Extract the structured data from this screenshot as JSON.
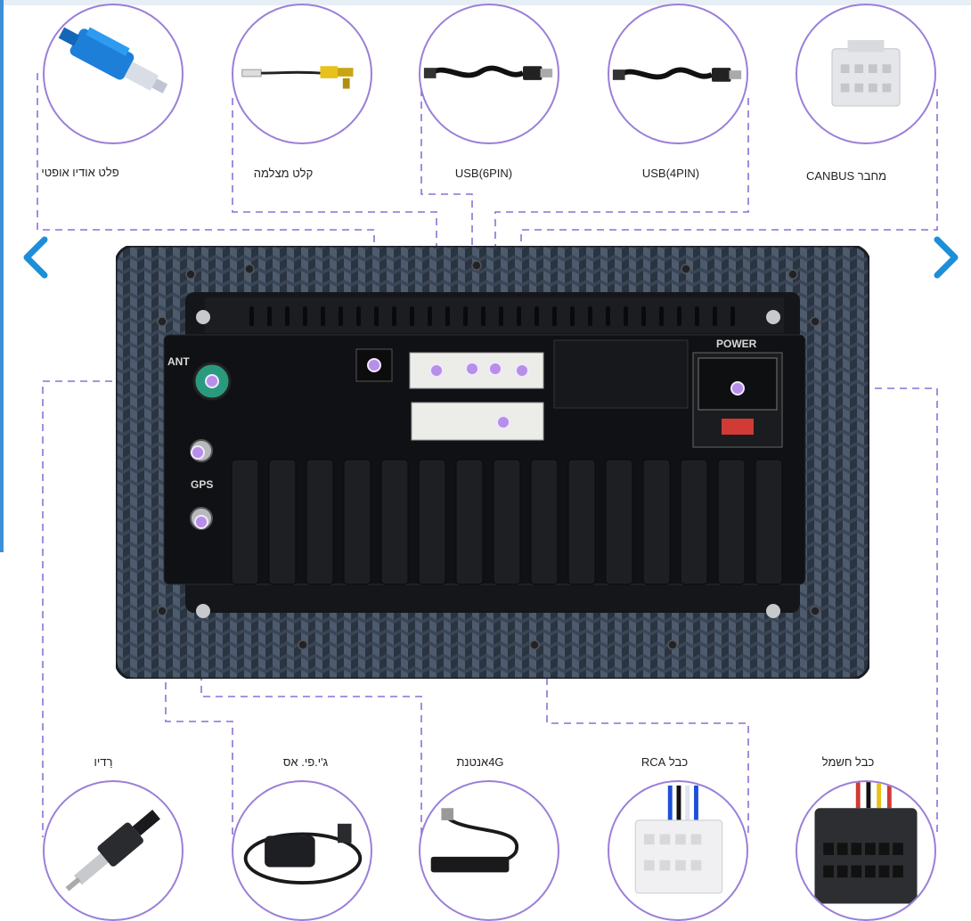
{
  "connectors_top": [
    {
      "id": "optical",
      "label": "פלט אודיו אופטי",
      "icon": "optical-cable-icon"
    },
    {
      "id": "camera",
      "label": "קלט מצלמה",
      "icon": "camera-input-cable-icon"
    },
    {
      "id": "usb6",
      "label": "USB(6PIN)",
      "icon": "usb-cable-icon"
    },
    {
      "id": "usb4",
      "label": "USB(4PIN)",
      "icon": "usb-cable-icon"
    },
    {
      "id": "canbus",
      "label": "מחבר CANBUS",
      "icon": "canbus-connector-icon"
    }
  ],
  "connectors_bottom": [
    {
      "id": "radio",
      "label": "רַדיו",
      "icon": "radio-antenna-plug-icon"
    },
    {
      "id": "gps",
      "label": "ג'י.פי. אס",
      "icon": "gps-antenna-icon"
    },
    {
      "id": "4g",
      "label": "4Gאנטנת",
      "icon": "4g-antenna-icon"
    },
    {
      "id": "rca",
      "label": "כבל RCA",
      "icon": "rca-harness-icon"
    },
    {
      "id": "power",
      "label": "כבל חשמל",
      "icon": "power-harness-icon"
    }
  ],
  "unit_labels": {
    "ant": "ANT",
    "gps": "GPS",
    "power": "POWER"
  },
  "colors": {
    "accent": "#9b7fd8",
    "dash": "#8e6fd6",
    "arrow": "#1d8fd8",
    "unit": "#1a1c20"
  }
}
